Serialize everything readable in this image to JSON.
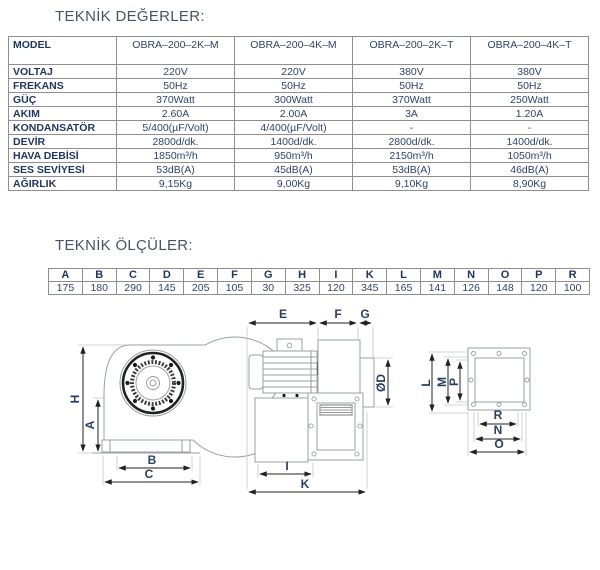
{
  "titles": {
    "values": "TEKNİK DEĞERLER:",
    "dimensions": "TEKNİK ÖLÇÜLER:"
  },
  "values_table": {
    "header": [
      "MODEL",
      "OBRA–200–2K–M",
      "OBRA–200–4K–M",
      "OBRA–200–2K–T",
      "OBRA–200–4K–T"
    ],
    "rows": [
      {
        "label": "VOLTAJ",
        "values": [
          "220V",
          "220V",
          "380V",
          "380V"
        ]
      },
      {
        "label": "FREKANS",
        "values": [
          "50Hz",
          "50Hz",
          "50Hz",
          "50Hz"
        ]
      },
      {
        "label": "GÜÇ",
        "values": [
          "370Watt",
          "300Watt",
          "370Watt",
          "250Watt"
        ]
      },
      {
        "label": "AKIM",
        "values": [
          "2.60A",
          "2.00A",
          "3A",
          "1.20A"
        ]
      },
      {
        "label": "KONDANSATÖR",
        "values": [
          "5/400(µF/Volt)",
          "4/400(µF/Volt)",
          "-",
          "-"
        ]
      },
      {
        "label": "DEVİR",
        "values": [
          "2800d/dk.",
          "1400d/dk.",
          "2800d/dk.",
          "1400d/dk."
        ]
      },
      {
        "label": "HAVA DEBİSİ",
        "values": [
          "1850m³/h",
          "950m³/h",
          "2150m³/h",
          "1050m³/h"
        ]
      },
      {
        "label": "SES SEVİYESİ",
        "values": [
          "53dB(A)",
          "45dB(A)",
          "53dB(A)",
          "46dB(A)"
        ]
      },
      {
        "label": "AĞIRLIK",
        "values": [
          "9,15Kg",
          "9,00Kg",
          "9,10Kg",
          "8,90Kg"
        ]
      }
    ]
  },
  "dimensions_table": {
    "columns": [
      "A",
      "B",
      "C",
      "D",
      "E",
      "F",
      "G",
      "H",
      "I",
      "K",
      "L",
      "M",
      "N",
      "O",
      "P",
      "R"
    ],
    "values": [
      "175",
      "180",
      "290",
      "145",
      "205",
      "105",
      "30",
      "325",
      "120",
      "345",
      "165",
      "141",
      "126",
      "148",
      "120",
      "100"
    ]
  },
  "drawings": {
    "labels": {
      "H": "H",
      "A": "A",
      "B": "B",
      "C": "C",
      "E": "E",
      "F": "F",
      "G": "G",
      "OD": "ØD",
      "I": "I",
      "K": "K",
      "L": "L",
      "M": "M",
      "P": "P",
      "R": "R",
      "N": "N",
      "O": "O"
    }
  },
  "colors": {
    "label_text": "#1d3764",
    "value_text": "#2a4473",
    "title_text": "#44546a",
    "table_border": "#8f8f8f",
    "dimension_line": "#222222",
    "drawing_outline": "#9aa0a6"
  }
}
